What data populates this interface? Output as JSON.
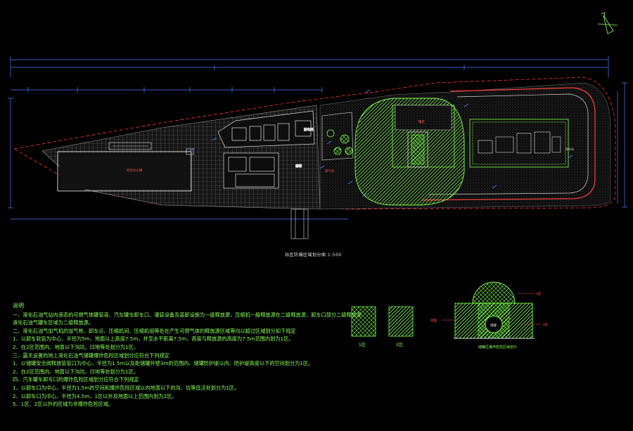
{
  "plan": {
    "title": "站区防爆区域划分图 1:500",
    "labels": {
      "main_building": "综合办公楼",
      "room_b": "配电间",
      "room_c": "储罐",
      "zone_left": "加油机",
      "pump_island": "加气岛",
      "right_area": "办公区",
      "right_side": "停车场",
      "tank_area": "罐区",
      "compressor": "压缩机"
    }
  },
  "legend": {
    "zone1_label": "1区",
    "zone2_label": "2区",
    "detail_title": "储罐区爆炸危险区域划分"
  },
  "detail_labels": {
    "a": "2区",
    "b": "1区",
    "c": "储罐",
    "d": "地面"
  },
  "notes": {
    "title": "说明",
    "lines": [
      "一、液化石油气站内液态的可燃气体罐管道、汽车罐车卸车口、灌装设备及装卸设施为一级释放源，压缩机一般释放源在二级释放源，卸车口部分二级释放源",
      "  液化石油气罐车区域为二级释放源。",
      "二、液化石油气加气机的加气枪、卸车点、压缩机间、压缩机组等处在产生可燃气体的释放源区域等均以超过区域划分如下规定",
      "1、以卸车软管为中心，半径为5m、地面以上高度7.5m，并至水平距离7.5m，高度与释放源的高度为7.5m范围内划为1区。",
      "2、在2区范围内、地面以下沟坑、凹地等处划分为1区。",
      "三、露天设置的地上液化石油气储罐爆炸危险区域划分应符合下列规定",
      "1、以储罐安全阀释放管管口为中心，半径为1.5m以及距储罐外壁3m的范围内、储罐防护堤以内、防护堤高度以下的空间划分为1区。",
      "2、在2区范围内、地面以下沟坑、凹地等处划分为1区。",
      "四、汽车罐车卸车口的爆炸危险区域划分应符合下列规定",
      "1、以卸车口为中心，半径为1.5m的空间和爆炸危险区域以内地面以下的沟、坑等低洼处划分为1区。",
      "2、以卸车口为中心，半径为4.5m，1区以外及地面以上范围内划为2区。",
      "5、1区、2区以外的区域为非爆炸危险区域。"
    ]
  },
  "colors": {
    "bg": "#000000",
    "hatch_gray": "#8a8a8a",
    "zone_green": "#7cff4a",
    "boundary_red": "#ff3030",
    "dimension_blue": "#4a7cff",
    "road_white": "#e0e0e0"
  }
}
